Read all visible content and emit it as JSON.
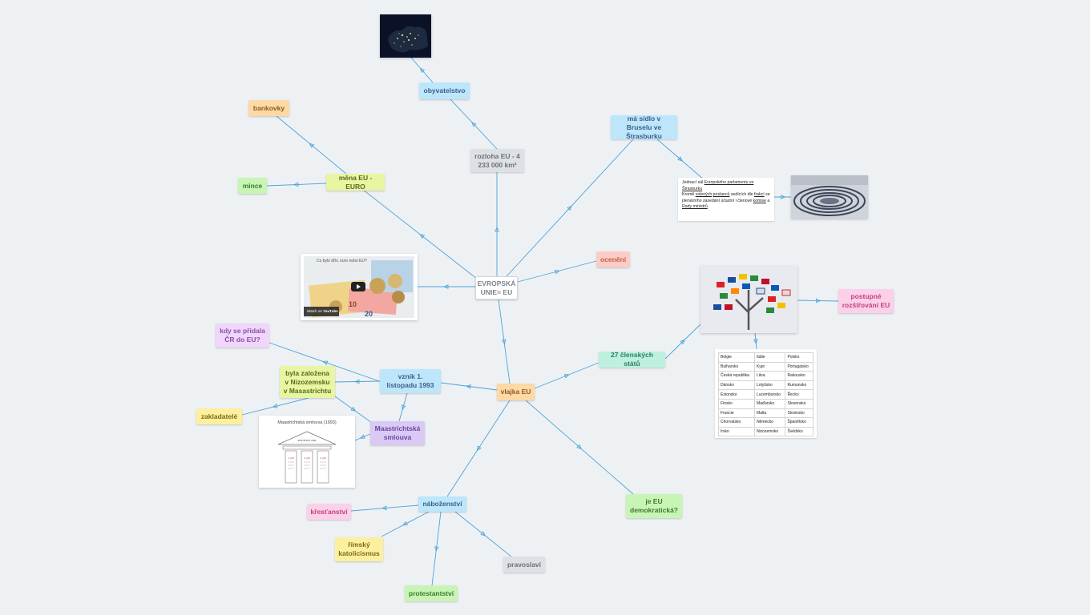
{
  "central": "EVROPSKÁ UNIE= EU",
  "nodes": {
    "obyvatelstvo": "obyvatelstvo",
    "rozloha": "rozloha EU - 4 233 000 km²",
    "sidlo": "má sídlo v Bruselu ve Štrasburku",
    "bankovky": "bankovky",
    "mena": "měna EU -EURO",
    "mince": "mince",
    "oceneni": "ocenění",
    "rozsirovani": "postupné rozšiřování EU",
    "clenske_staty": "27 členských států",
    "vlajka": "vlajka EU",
    "kdy_cr": "kdy se přidala ČR do EU?",
    "zalozena": "byla založena v Nizozemsku v Masastrichtu",
    "vznik": "vznik 1. listopadu 1993",
    "zakladatele": "zakladatelé",
    "maastricht": "Maastrichtská smlouva",
    "nabozenstvi": "náboženství",
    "krestanstvi": "křesťanství",
    "rimsky": "římský katolicismus",
    "pravoslavi": "pravoslaví",
    "protestantstvi": "protestantství",
    "demokraticka": "je EU demokratická?"
  },
  "parliament_text": {
    "p1a": "Jednací sál ",
    "p1link": "Evropského parlamentu ve Štrasburku",
    "p2a": "Kromě ",
    "p2l1": "volených",
    "p2b": " ",
    "p2l2": "poslanců",
    "p2c": " sedících dle ",
    "p2l3": "frakcí",
    "p2d": " se plenárního zasedání účastní i členové ",
    "p2l4": "komise",
    "p2e": " a ",
    "p2l5": "Rady ministrů",
    "p2f": "."
  },
  "video": {
    "title": "Co bylo dřív, euro nebo EU?",
    "watch_on": "Watch on",
    "platform": "YouTube"
  },
  "treaty_image": {
    "title": "Maastrichtská smlouva (1993)",
    "roof": "EVROPSKÁ UNIE",
    "pillars": [
      "1. pilíř",
      "2. pilíř",
      "3. pilíř"
    ]
  },
  "countries": [
    [
      "Belgie",
      "Itálie",
      "Polsko"
    ],
    [
      "Bulharsko",
      "Kypr",
      "Portugalsko"
    ],
    [
      "Česká republika",
      "Litva",
      "Rakousko"
    ],
    [
      "Dánsko",
      "Lotyšsko",
      "Rumunsko"
    ],
    [
      "Estonsko",
      "Lucembursko",
      "Řecko"
    ],
    [
      "Finsko",
      "Maďarsko",
      "Slovensko"
    ],
    [
      "Francie",
      "Malta",
      "Slovinsko"
    ],
    [
      "Chorvatsko",
      "Německo",
      "Španělsko"
    ],
    [
      "Irsko",
      "Nizozemsko",
      "Švédsko"
    ]
  ],
  "colors": {
    "line": "#4aa3d8",
    "background": "#eef1f4"
  }
}
